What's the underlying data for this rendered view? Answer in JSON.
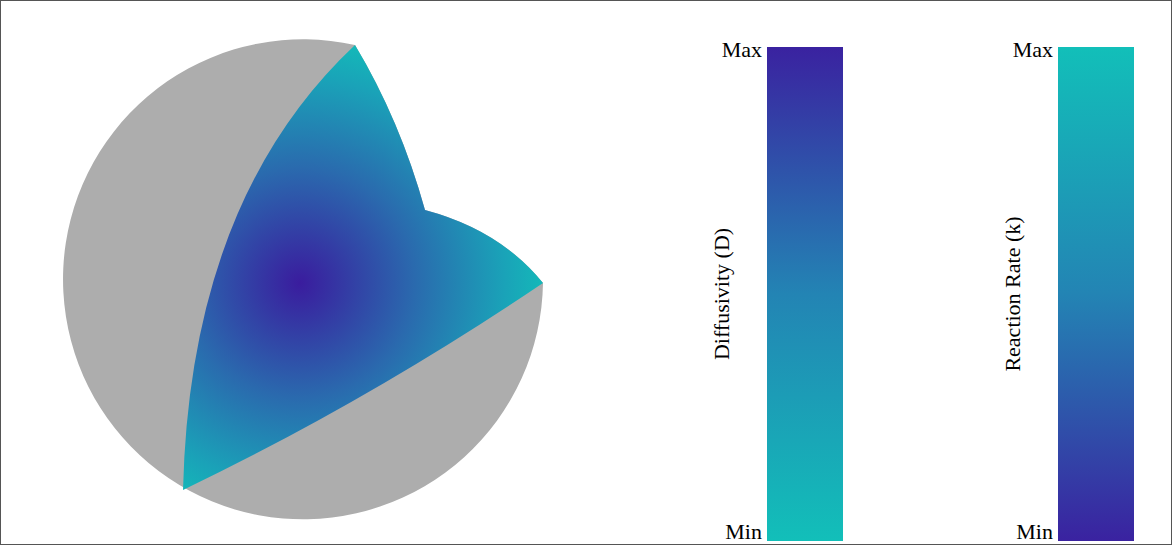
{
  "diagram": {
    "labels": [
      "Max",
      "Min",
      "Diffusivity (D)",
      "Max",
      "Min",
      "Reaction Rate (k)"
    ]
  }
}
